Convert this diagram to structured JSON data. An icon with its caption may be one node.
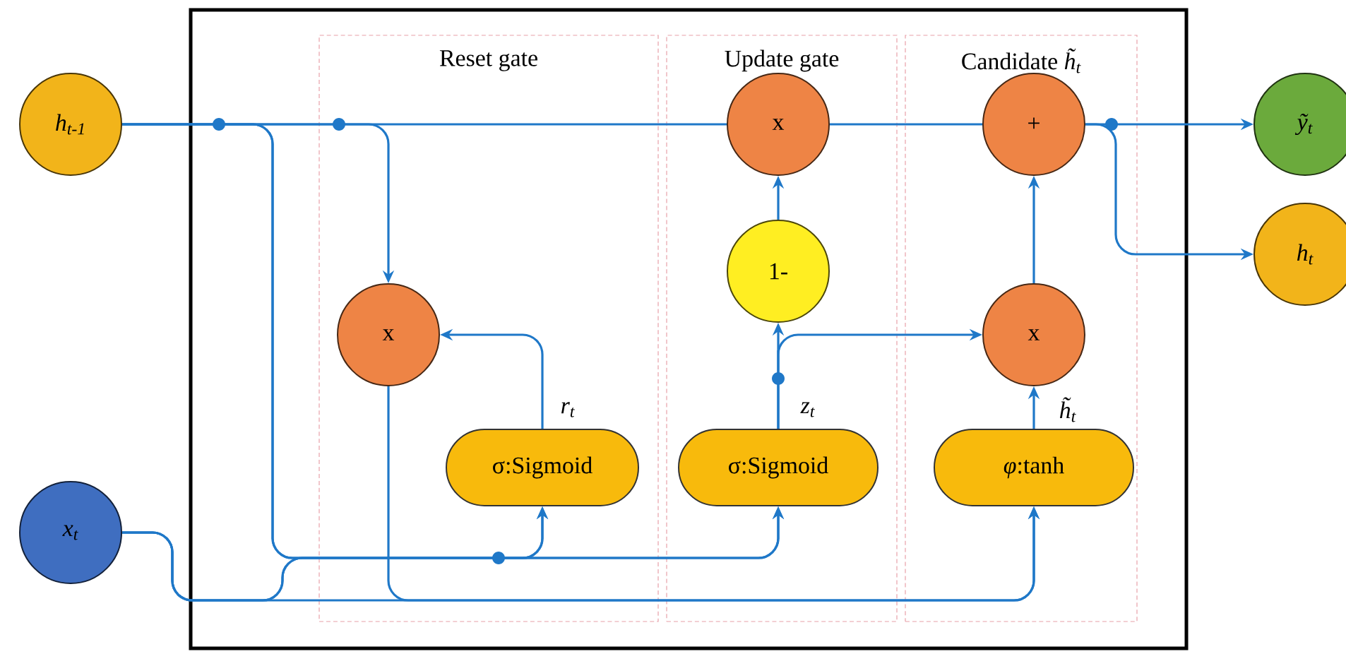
{
  "diagram": {
    "nodes": [
      {
        "text": [],
        "shape": "box"
      },
      {
        "text": [
          "Reset gate"
        ],
        "in": 0
      },
      {
        "text": [
          "Update gate"
        ],
        "in": 0
      },
      {
        "text": [
          "Candidate *h̃$_{t}$*"
        ],
        "in": 0
      },
      {
        "text": [
          "h$_{t-1}$"
        ]
      },
      {
        "text": [
          "x$_{t}$"
        ]
      },
      {
        "text": [
          "x"
        ],
        "in": 1
      },
      {
        "text": [
          "σ:Sigmoid"
        ],
        "in": 1
      },
      {
        "text": [
          "x"
        ],
        "in": 2
      },
      {
        "text": [
          "1-"
        ],
        "in": 2
      },
      {
        "text": [
          "σ:Sigmoid"
        ],
        "in": 2
      },
      {
        "text": [
          "+"
        ],
        "in": 3
      },
      {
        "text": [
          "x"
        ],
        "in": 3
      },
      {
        "text": [
          "*φ*:tanh"
        ],
        "in": 3
      },
      {
        "text": [
          "ỹ$_{t}$"
        ]
      },
      {
        "text": [
          "h$_{t}$"
        ]
      }
    ],
    "edges": [
      {
        "from": 4,
        "to": 8,
        "arrow": "none"
      },
      {
        "from": 4,
        "to": 6,
        "arrow": "to"
      },
      {
        "from": 4,
        "to": 7,
        "arrow": "to"
      },
      {
        "from": 4,
        "to": 10,
        "arrow": "to"
      },
      {
        "from": 5,
        "to": 7,
        "arrow": "to"
      },
      {
        "from": 5,
        "to": 10,
        "arrow": "to"
      },
      {
        "from": 5,
        "to": 13,
        "arrow": "to"
      },
      {
        "from": 6,
        "to": 13,
        "arrow": "to"
      },
      {
        "from": 7,
        "to": 6,
        "arrow": "to",
        "label": "r$_{t}$"
      },
      {
        "from": 10,
        "to": 9,
        "arrow": "to",
        "label": "z$_{t}$"
      },
      {
        "from": 10,
        "to": 12,
        "arrow": "to"
      },
      {
        "from": 9,
        "to": 8,
        "arrow": "to"
      },
      {
        "from": 8,
        "to": 11,
        "arrow": "none"
      },
      {
        "from": 13,
        "to": 12,
        "arrow": "to",
        "label": "h̃$_{t}$"
      },
      {
        "from": 12,
        "to": 11,
        "arrow": "to"
      },
      {
        "from": 11,
        "to": 14,
        "arrow": "to"
      },
      {
        "from": 11,
        "to": 15,
        "arrow": "to"
      }
    ]
  }
}
